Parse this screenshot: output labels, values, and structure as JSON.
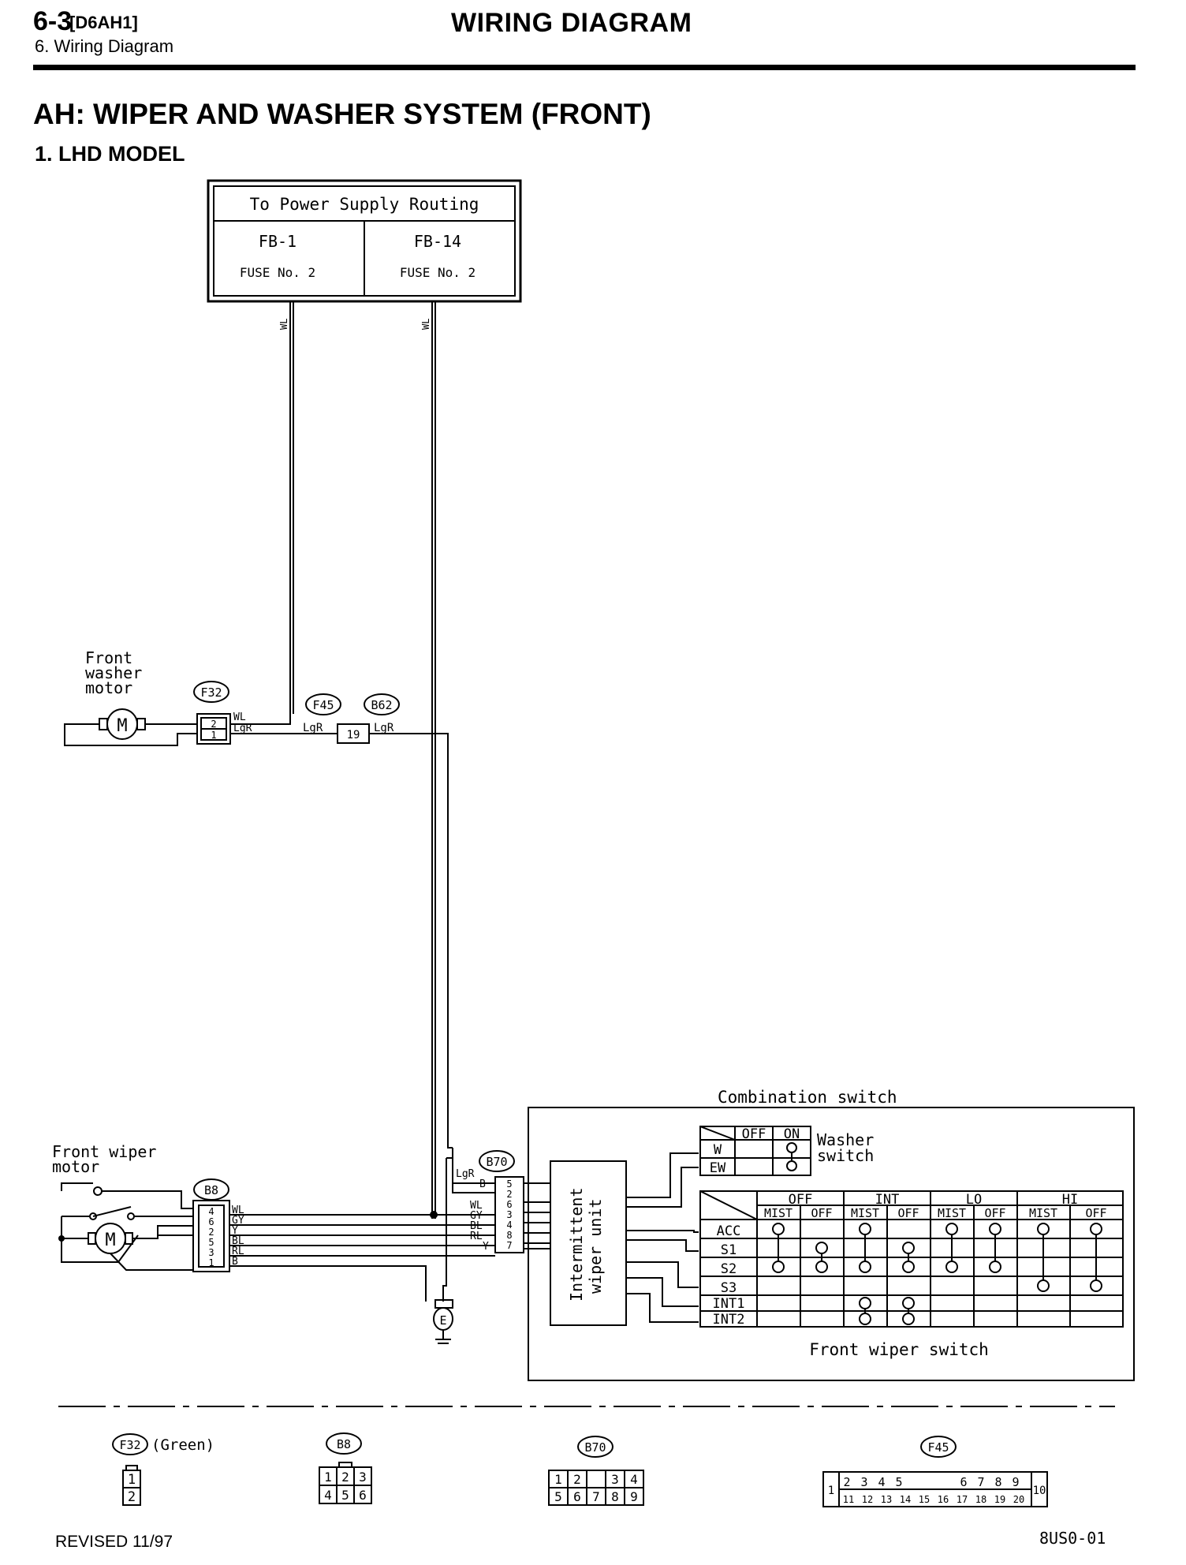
{
  "header": {
    "section_number": "6-3",
    "section_code": "[D6AH1]",
    "subtitle": "6. Wiring Diagram",
    "title": "WIRING DIAGRAM"
  },
  "section_title": "AH:  WIPER AND WASHER SYSTEM (FRONT)",
  "subsection_title": "1. LHD MODEL",
  "power_box": {
    "title": "To Power Supply Routing",
    "left_fb": "FB-1",
    "left_fuse": "FUSE No. 2",
    "right_fb": "FB-14",
    "right_fuse": "FUSE No. 2"
  },
  "wire_colors": {
    "wl": "WL",
    "lgr": "LgR",
    "b": "B",
    "gy": "GY",
    "bl": "BL",
    "rl": "RL",
    "y": "Y"
  },
  "washer_motor": {
    "line1": "Front",
    "line2": "washer",
    "line3": "motor"
  },
  "wiper_motor": {
    "line1": "Front wiper",
    "line2": "motor"
  },
  "connectors": {
    "f32": "F32",
    "f45": "F45",
    "b62": "B62",
    "b8": "B8",
    "b70": "B70",
    "ground": "E",
    "f45_pin": "19"
  },
  "f32_pins": [
    "2",
    "1"
  ],
  "b8_pins": [
    "4",
    "6",
    "2",
    "5",
    "3",
    "1"
  ],
  "b70_pins": [
    "5",
    "2",
    "6",
    "3",
    "4",
    "8",
    "7"
  ],
  "b70_wires": [
    "LgR",
    "B",
    "WL",
    "GY",
    "BL",
    "RL",
    "Y"
  ],
  "combination_switch": {
    "title": "Combination switch",
    "intermittent_line1": "Intermittent",
    "intermittent_line2": "wiper unit",
    "washer_label_line1": "Washer",
    "washer_label_line2": "switch",
    "washer_cols": [
      "OFF",
      "ON"
    ],
    "washer_rows": [
      "W",
      "EW"
    ],
    "wiper_groups": [
      "OFF",
      "INT",
      "LO",
      "HI"
    ],
    "wiper_subcols": [
      "MIST",
      "OFF",
      "MIST",
      "OFF",
      "MIST",
      "OFF",
      "MIST",
      "OFF"
    ],
    "wiper_rows": [
      "ACC",
      "S1",
      "S2",
      "S3",
      "INT1",
      "INT2"
    ],
    "wiper_switch_label": "Front wiper switch"
  },
  "connector_views": {
    "f32": {
      "label": "F32",
      "note": "(Green)",
      "pins_top": [
        "1"
      ],
      "pins_bottom": [
        "2"
      ]
    },
    "b8": {
      "label": "B8",
      "pins_top": [
        "1",
        "2",
        "3"
      ],
      "pins_bottom": [
        "4",
        "5",
        "6"
      ]
    },
    "b70": {
      "label": "B70",
      "pins_top": [
        "1",
        "2",
        "",
        "3",
        "4"
      ],
      "pins_bottom": [
        "5",
        "6",
        "7",
        "8",
        "9"
      ]
    },
    "f45": {
      "label": "F45",
      "pin_left": "1",
      "pins_top": [
        "2",
        "3",
        "4",
        "5",
        "",
        "6",
        "7",
        "8",
        "9"
      ],
      "pins_bottom": [
        "11",
        "12",
        "13",
        "14",
        "15",
        "16",
        "17",
        "18",
        "19",
        "20"
      ],
      "pin_right": "10"
    }
  },
  "footer": {
    "revised": "REVISED 11/97",
    "code": "8US0-01"
  }
}
